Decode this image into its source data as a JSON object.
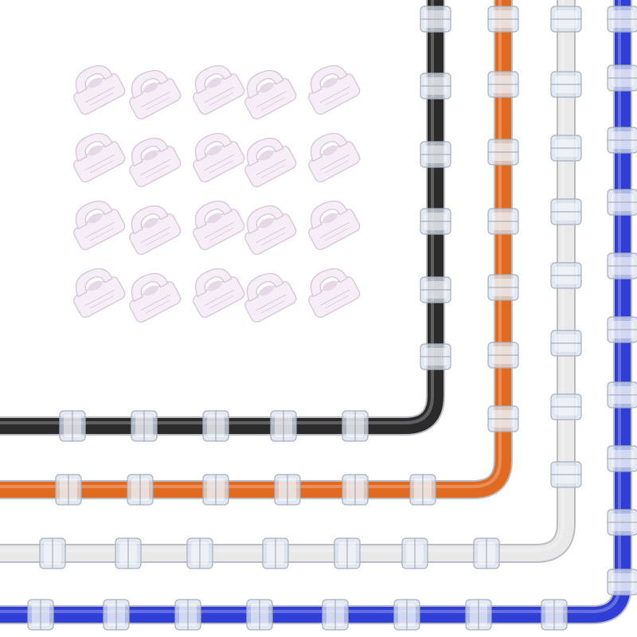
{
  "product": {
    "background_color": "#ffffff",
    "clip_pack": {
      "rows": 4,
      "columns": 5,
      "clip_color": "#f6eef6",
      "clip_outline": "#d9c7d9"
    },
    "cables": [
      {
        "name": "black-cable",
        "color": "#2b2b2b"
      },
      {
        "name": "orange-cable",
        "color": "#e06a1f"
      },
      {
        "name": "white-cable",
        "color": "#e9e9ea"
      },
      {
        "name": "blue-cable",
        "color": "#2f3fd6"
      }
    ],
    "clip_glass_color": "#d9e2ee"
  }
}
